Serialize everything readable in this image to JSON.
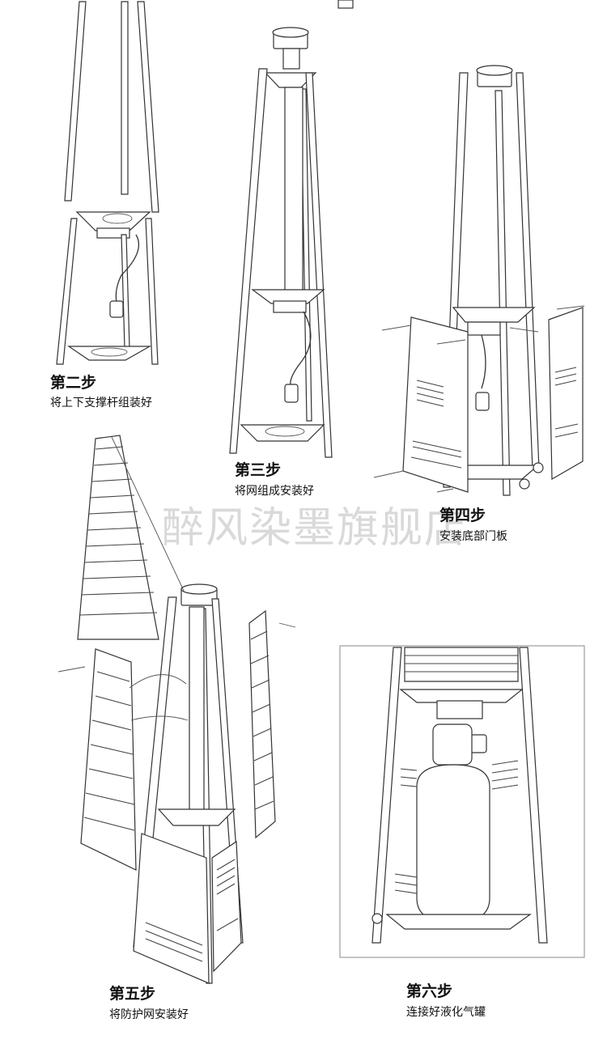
{
  "watermark": "醉风染墨旗舰店",
  "steps": [
    {
      "id": "step2",
      "title": "第二步",
      "desc": "将上下支撑杆组装好"
    },
    {
      "id": "step3",
      "title": "第三步",
      "desc": "将网组成安装好"
    },
    {
      "id": "step4",
      "title": "第四步",
      "desc": "安装底部门板"
    },
    {
      "id": "step5",
      "title": "第五步",
      "desc": "将防护网安装好"
    },
    {
      "id": "step6",
      "title": "第六步",
      "desc": "连接好液化气罐"
    }
  ]
}
